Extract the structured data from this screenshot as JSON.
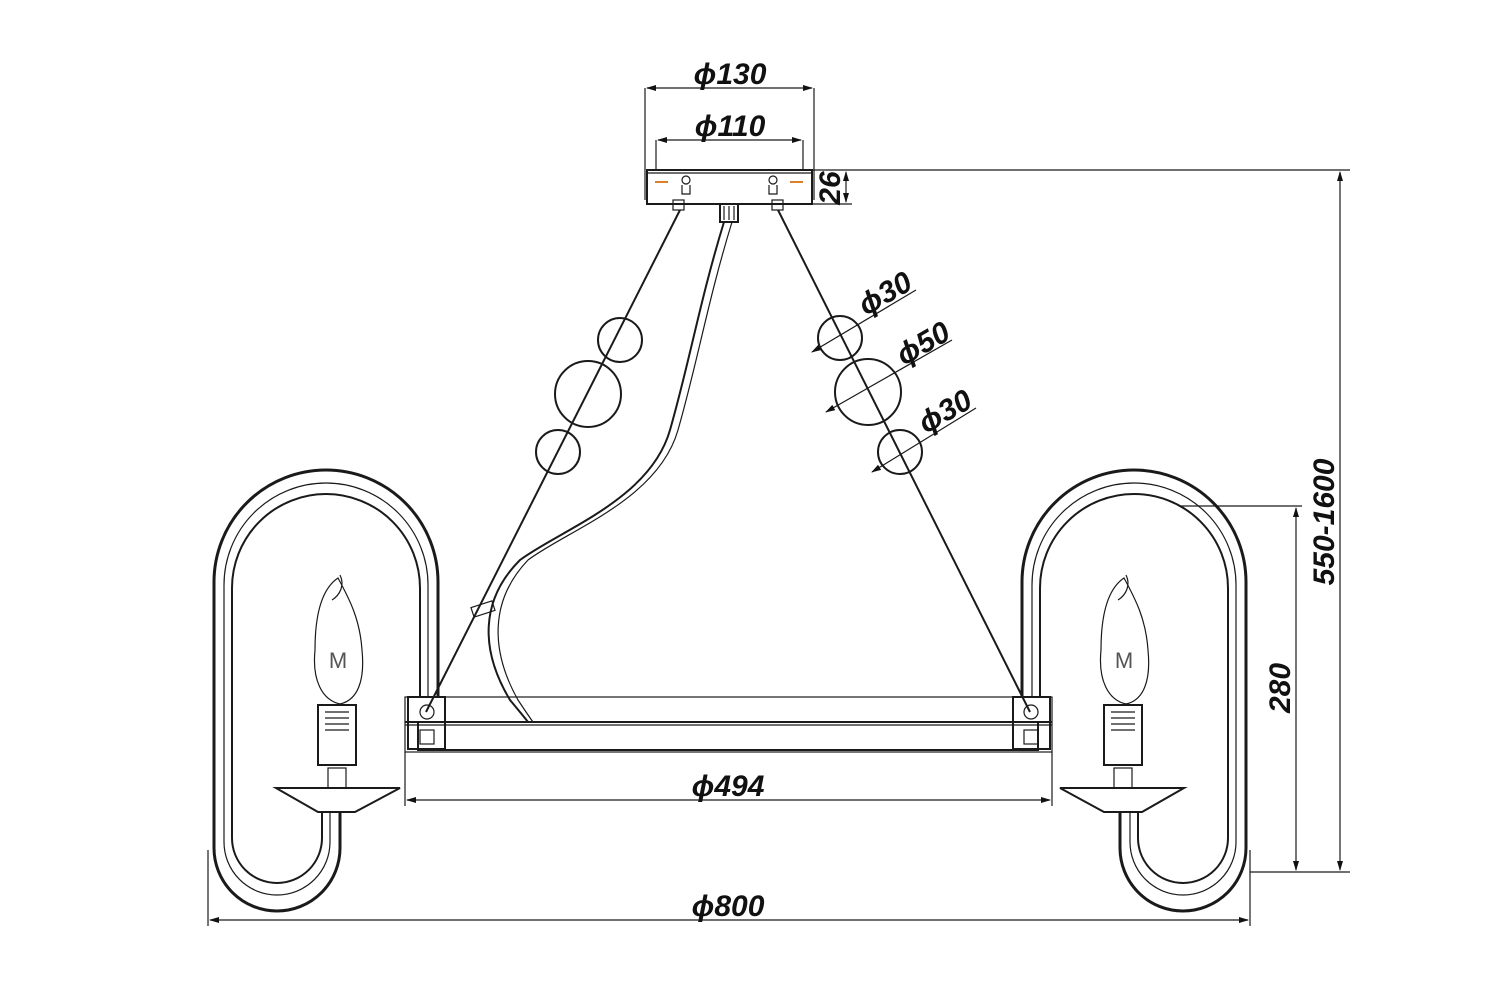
{
  "dimensions": {
    "canopy_outer": "ϕ130",
    "canopy_inner": "ϕ110",
    "canopy_height": "26",
    "bead_small_top": "ϕ30",
    "bead_large": "ϕ50",
    "bead_small_bottom": "ϕ30",
    "overall_height": "550-1600",
    "arm_height": "280",
    "frame_width": "ϕ494",
    "overall_width": "ϕ800"
  },
  "bulb_marking": "M",
  "colors": {
    "line": "#1a1a1a",
    "arrow": "#111111",
    "accent": "#d9822b",
    "glass_fill": "#f6f6f6"
  }
}
